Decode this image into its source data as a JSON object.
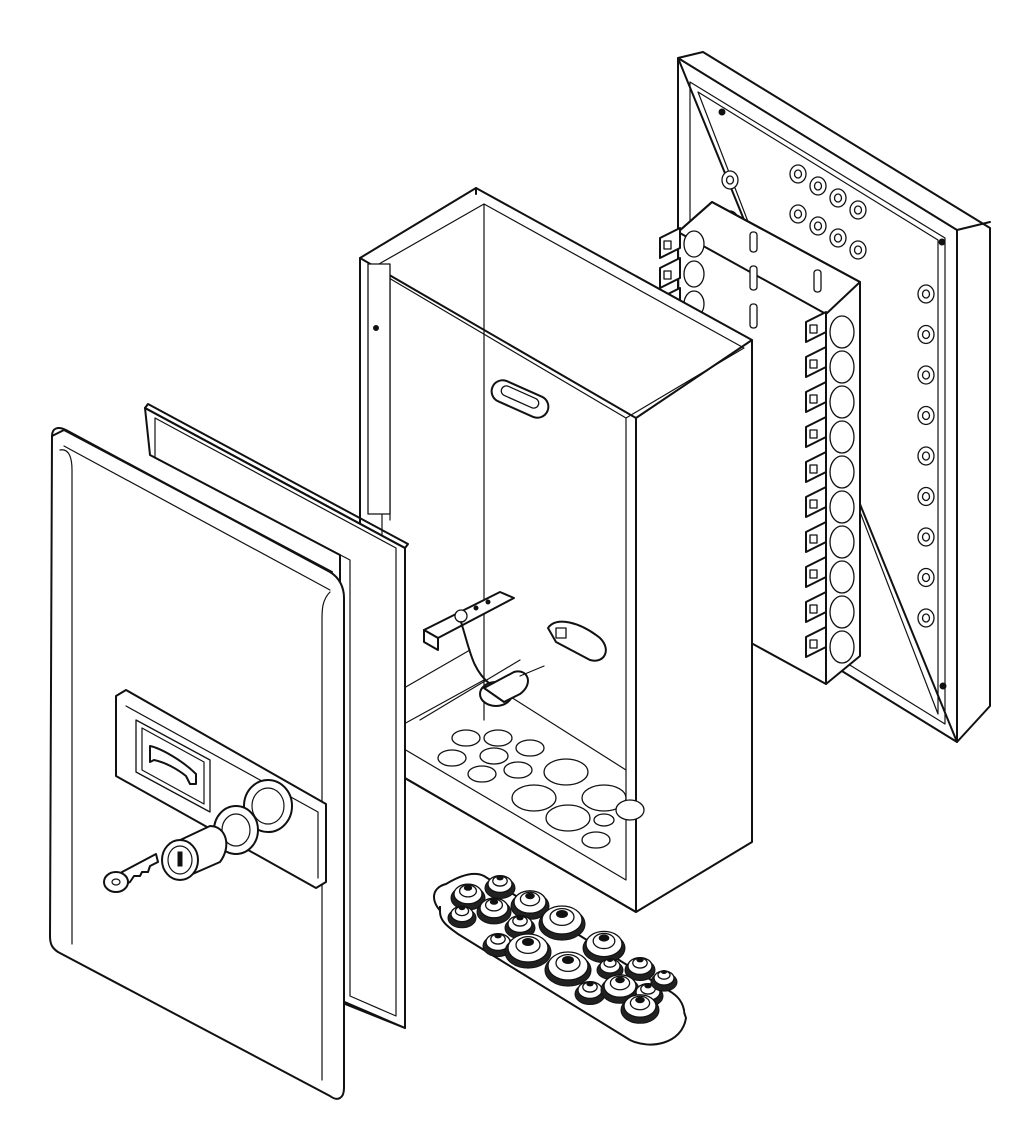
{
  "figure": {
    "type": "exploded-assembly-drawing",
    "background": "#ffffff",
    "line_color": "#111111",
    "components": [
      "front-cover-with-lock",
      "lock-cylinder",
      "key",
      "gasket-frame",
      "housing-box",
      "terminal-bracket",
      "back-plate",
      "cable-grommet-insert"
    ],
    "counts": {
      "back_plate_left_holes": 2,
      "back_plate_top_hole_rows": 2,
      "back_plate_top_holes_per_row": 4,
      "back_plate_right_column_holes": 9,
      "bracket_terminal_tabs": 10,
      "grommet_insert_grommets": 18
    }
  }
}
